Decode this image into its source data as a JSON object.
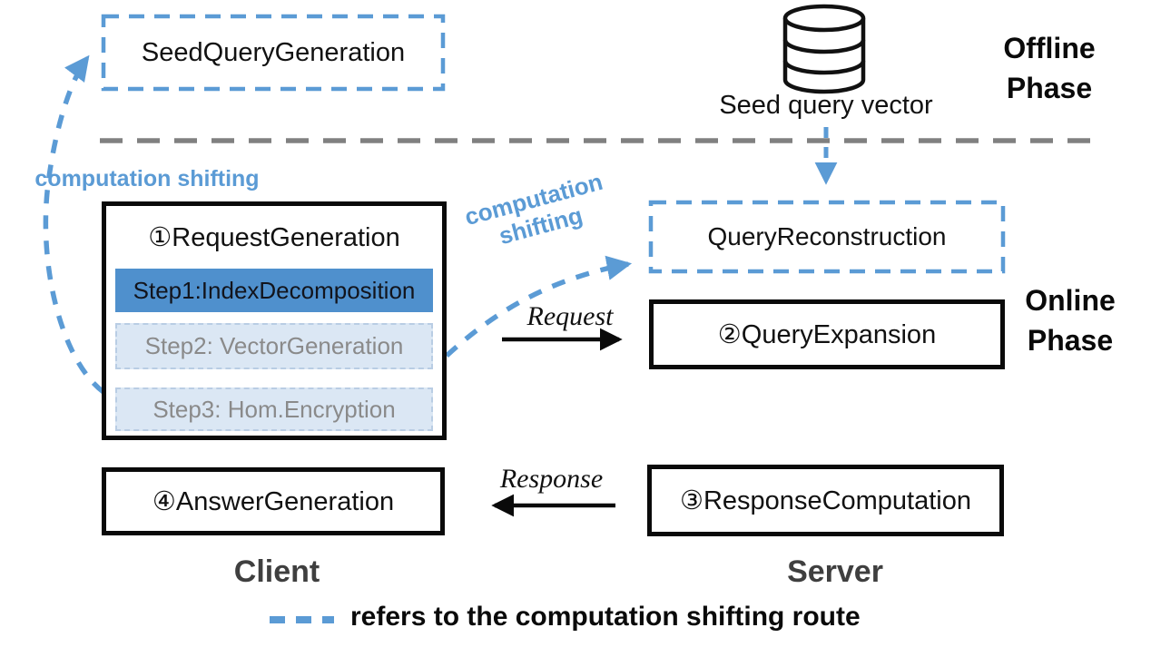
{
  "colors": {
    "accent_blue": "#5b9bd5",
    "step1_fill": "#4f90cd",
    "step_pending_fill": "#dbe7f4",
    "step_pending_border": "#b9cde4",
    "step_pending_text": "#8a8a8a",
    "divider_gray": "#808080",
    "party_label_gray": "#3f3f3f",
    "box_border_black": "#0a0a0a"
  },
  "offline_phase": {
    "line1": "Offline",
    "line2": "Phase"
  },
  "online_phase": {
    "line1": "Online",
    "line2": "Phase"
  },
  "seed_query_generation": {
    "label": "SeedQueryGeneration"
  },
  "database": {
    "caption": "Seed query vector",
    "icon": "database-cylinder-icon"
  },
  "computation_shifting_left": {
    "label": "computation shifting"
  },
  "computation_shifting_mid": {
    "line1": "computation",
    "line2": "shifting"
  },
  "request_generation": {
    "title": "①RequestGeneration",
    "steps": [
      {
        "label": "Step1:IndexDecomposition",
        "state": "active"
      },
      {
        "label": "Step2: VectorGeneration",
        "state": "pending"
      },
      {
        "label": "Step3: Hom.Encryption",
        "state": "pending"
      }
    ]
  },
  "query_reconstruction": {
    "label": "QueryReconstruction"
  },
  "query_expansion": {
    "label": "②QueryExpansion"
  },
  "answer_generation": {
    "label": "④AnswerGeneration"
  },
  "response_computation": {
    "label": "③ResponseComputation"
  },
  "request_arrow": {
    "label": "Request"
  },
  "response_arrow": {
    "label": "Response"
  },
  "client_label": "Client",
  "server_label": "Server",
  "legend": {
    "label": "refers to the computation shifting route"
  }
}
